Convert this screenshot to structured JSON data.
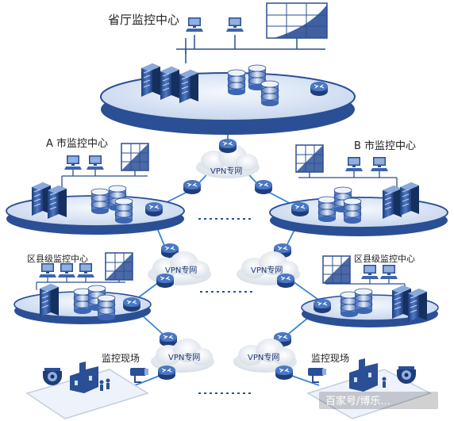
{
  "labels": {
    "province_center": "省厅监控中心",
    "city_a_center": "A 市监控中心",
    "city_b_center": "B 市监控中心",
    "district_left": "区县级监控中心",
    "district_right": "区县级监控中心",
    "site_left": "监控现场",
    "site_right": "监控现场"
  },
  "vpn": {
    "top": "VPN专网",
    "mid_left": "VPN专网",
    "mid_right": "VPN专网",
    "bottom_left": "VPN专网",
    "bottom_right": "VPN专网"
  },
  "watermark": "百家号/博乐...",
  "colors": {
    "platform": "#2b4f95",
    "platform_top": "#dbe6f5",
    "link": "#3a86d6",
    "cloud": "#e8ecf2"
  }
}
